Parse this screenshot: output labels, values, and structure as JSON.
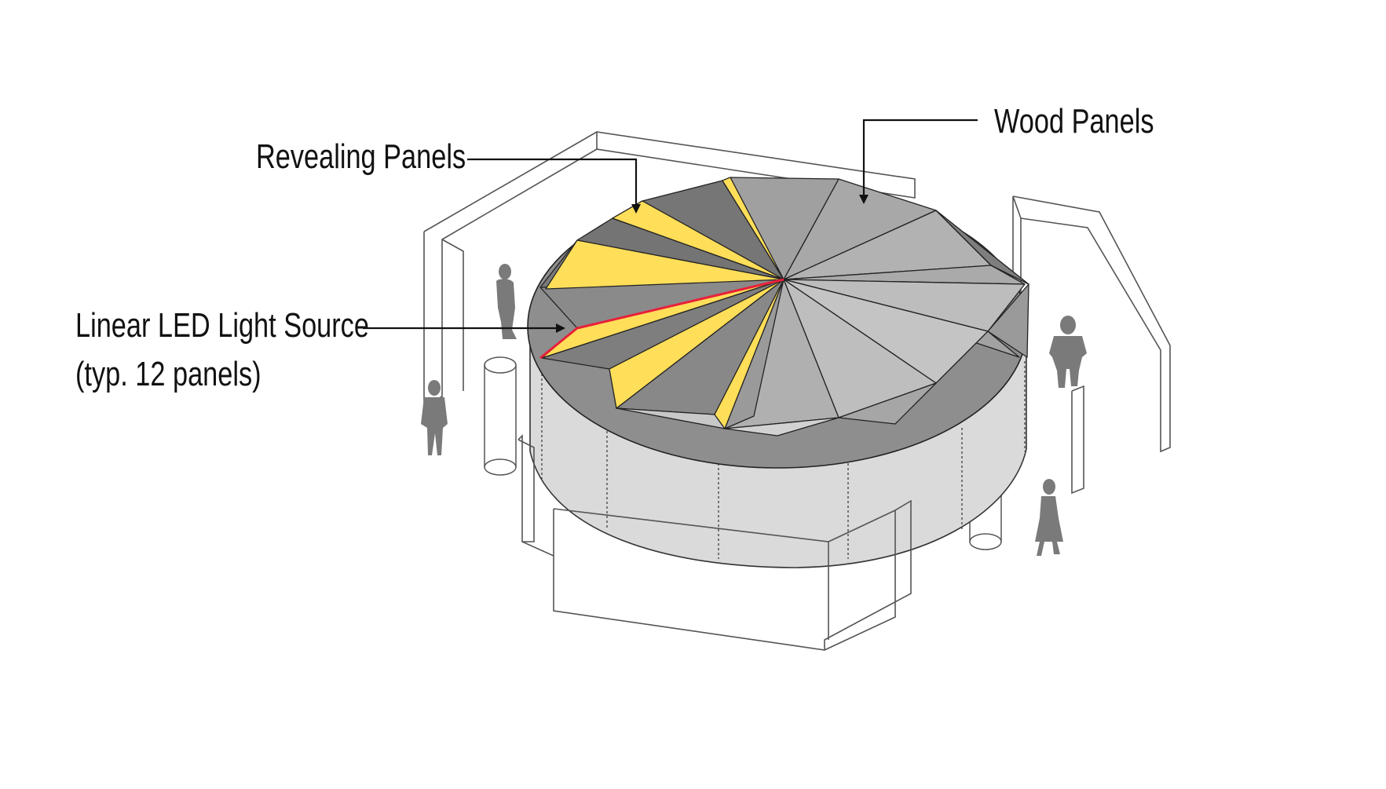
{
  "labels": {
    "revealing_panels": "Revealing Panels",
    "wood_panels": "Wood Panels",
    "led_line1": "Linear LED Light Source",
    "led_line2": "(typ. 12 panels)"
  },
  "colors": {
    "revealing_panel": "#FFDE59",
    "led_line": "#E8203A",
    "wood_dark": "#7E7E7E",
    "wood_mid": "#A8A8A8",
    "wood_light": "#C4C4C4",
    "drum_wall": "#DADADA",
    "person": "#7A7A7A",
    "outline": "#2A2A2A"
  },
  "icons": {
    "person": "person-silhouette-icon",
    "arrow": "arrow-head-icon"
  }
}
